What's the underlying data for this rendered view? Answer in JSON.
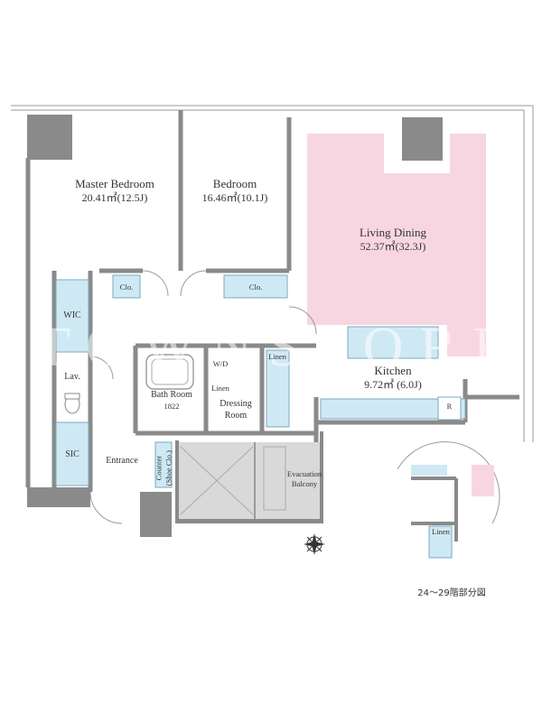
{
  "colors": {
    "living_fill": "#f7d6e1",
    "closet_fill": "#cfe9f4",
    "wall": "#8a8a8a",
    "balcony": "#d9d9d9"
  },
  "rooms": {
    "master_bedroom": {
      "name": "Master Bedroom",
      "area": "20.41㎡(12.5J)"
    },
    "bedroom": {
      "name": "Bedroom",
      "area": "16.46㎡(10.1J)"
    },
    "living_dining": {
      "name": "Living Dining",
      "area": "52.37㎡(32.3J)"
    },
    "kitchen": {
      "name": "Kitchen",
      "area": "9.72㎡ (6.0J)"
    },
    "bath_room": {
      "name": "Bath Room",
      "code": "1822"
    },
    "dressing_room": {
      "name": "Dressing",
      "name2": "Room"
    },
    "wic": "WIC",
    "lav": "Lav.",
    "sic": "SIC",
    "entrance": "Entrance",
    "clo_master": "Clo.",
    "clo_bedroom": "Clo.",
    "wd": "W/D",
    "linen_dressing": "Linen",
    "linen_wall": "Linen",
    "linen_detail": "Linen",
    "refrigerator": "R",
    "counter": "Counter",
    "shoe_clo": "(Shoe Clo.)",
    "evacuation": "Evacuation",
    "balcony": "Balcony"
  },
  "watermark": "TOWNSPORE",
  "caption": "24〜29階部分図"
}
